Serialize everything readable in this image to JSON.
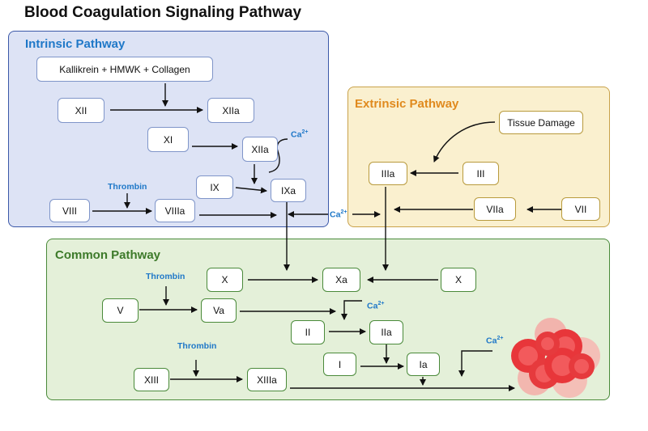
{
  "title": "Blood Coagulation Signaling Pathway",
  "intrinsic": {
    "title": "Intrinsic Pathway",
    "kallikrein": "Kallikrein + HMWK + Collagen",
    "xii": "XII",
    "xiia_1": "XIIa",
    "xi": "XI",
    "xiia_2": "XIIa",
    "ix": "IX",
    "ixa": "IXa",
    "viii": "VIII",
    "viiia": "VIIIa",
    "thrombin": "Thrombin"
  },
  "extrinsic": {
    "title": "Extrinsic Pathway",
    "tissue_damage": "Tissue Damage",
    "iiia": "IIIa",
    "iii": "III",
    "viia": "VIIa",
    "vii": "VII"
  },
  "common": {
    "title": "Common Pathway",
    "x_left": "X",
    "xa": "Xa",
    "x_right": "X",
    "v": "V",
    "va": "Va",
    "ii": "II",
    "iia": "IIa",
    "i": "I",
    "ia": "Ia",
    "xiii": "XIII",
    "xiiia": "XIIIa",
    "thrombin_1": "Thrombin",
    "thrombin_2": "Thrombin"
  },
  "calcium": {
    "symbol": "Ca",
    "charge": "2+"
  },
  "colors": {
    "intrinsic_title": "#1f78c8",
    "extrinsic_title": "#e08a1e",
    "common_title": "#3d7a2a",
    "label_blue": "#1f78c8",
    "clot_red": "#e8363a"
  }
}
